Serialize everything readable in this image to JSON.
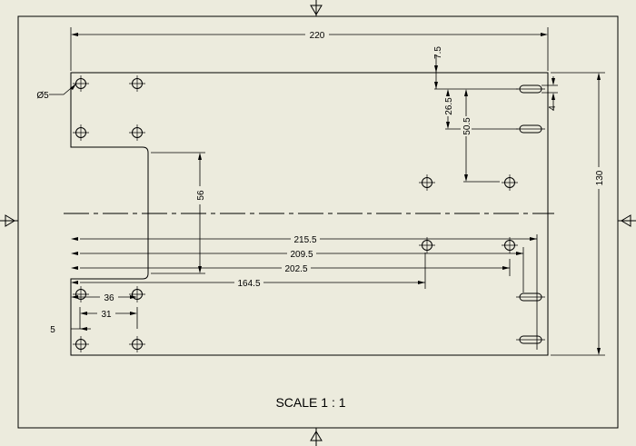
{
  "drawing": {
    "scale_label": "SCALE 1 : 1",
    "dimensions": {
      "overall_width": "220",
      "overall_height": "130",
      "top_slot_offset": "7.5",
      "slot_width": "4",
      "slot_row2": "26.5",
      "slot_row3": "50.5",
      "notch_height": "56",
      "hole_215": "215.5",
      "hole_209": "209.5",
      "hole_202": "202.5",
      "hole_164": "164.5",
      "hole_36": "36",
      "hole_31": "31",
      "hole_5": "5",
      "hole_diameter": "Ø5"
    }
  }
}
